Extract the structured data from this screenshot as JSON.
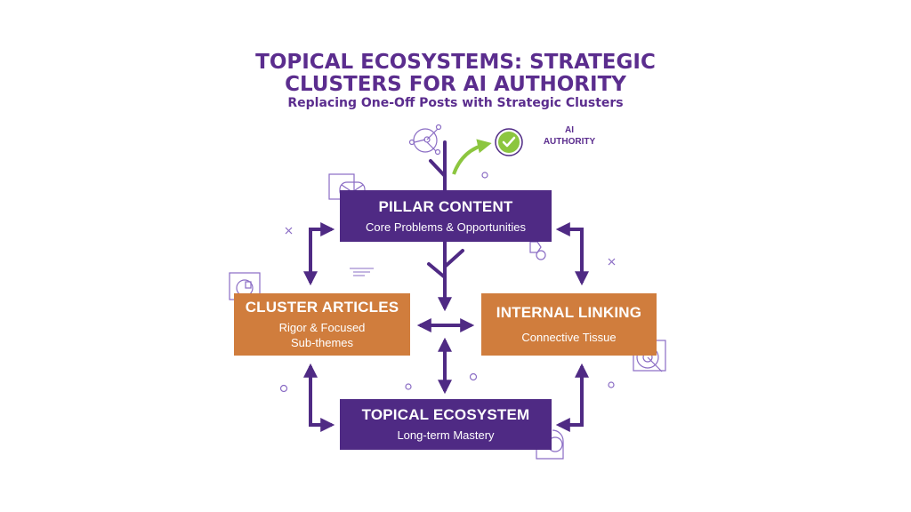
{
  "header": {
    "title_line1": "TOPICAL ECOSYSTEMS: STRATEGIC",
    "title_line2": "CLUSTERS FOR AI AUTHORITY",
    "subtitle": "Replacing One-Off Posts with Strategic Clusters"
  },
  "badge": {
    "icon": "checkmark-circle-icon",
    "label_line1": "AI",
    "label_line2": "AUTHORITY"
  },
  "nodes": {
    "pillar": {
      "title": "PILLAR CONTENT",
      "subtitle": "Core Problems & Opportunities"
    },
    "cluster": {
      "title": "CLUSTER ARTICLES",
      "subtitle_line1": "Rigor & Focused",
      "subtitle_line2": "Sub-themes"
    },
    "linking": {
      "title": "INTERNAL LINKING",
      "subtitle": "Connective Tissue"
    },
    "ecosystem": {
      "title": "TOPICAL ECOSYSTEM",
      "subtitle": "Long-term Mastery"
    }
  },
  "connections": [
    {
      "from": "pillar",
      "to": "cluster",
      "type": "bidirectional"
    },
    {
      "from": "pillar",
      "to": "linking",
      "type": "bidirectional"
    },
    {
      "from": "pillar",
      "to": "center",
      "type": "one-way"
    },
    {
      "from": "cluster",
      "to": "linking",
      "type": "bidirectional"
    },
    {
      "from": "center",
      "to": "ecosystem",
      "type": "bidirectional"
    },
    {
      "from": "cluster",
      "to": "ecosystem",
      "type": "bidirectional"
    },
    {
      "from": "linking",
      "to": "ecosystem",
      "type": "bidirectional"
    },
    {
      "from": "pillar",
      "to": "ai-authority",
      "type": "growth-arrow"
    }
  ],
  "colors": {
    "primary_purple": "#4f2a84",
    "title_purple": "#5b2d8e",
    "orange": "#d07d3d",
    "accent_green": "#8cc63f",
    "line_purple": "#4f2a84",
    "decor_lavender": "#8a6cc4"
  }
}
